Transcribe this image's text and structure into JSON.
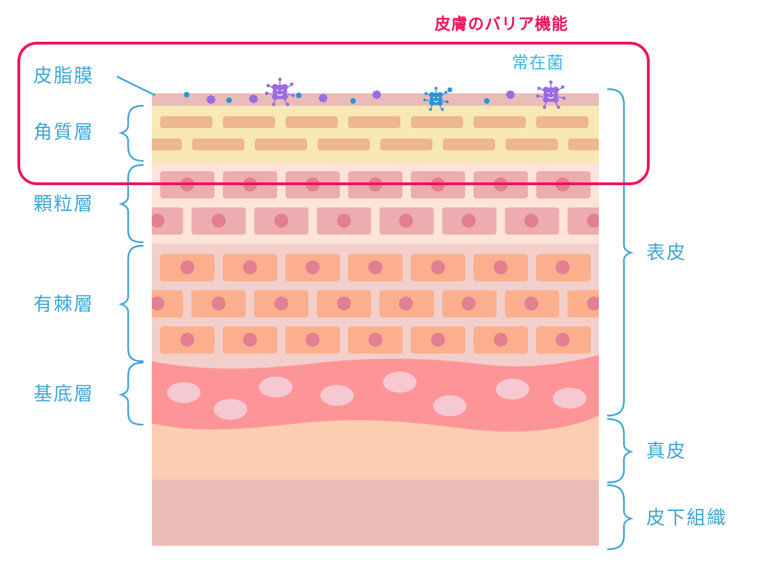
{
  "title": "皮膚のバリア機能",
  "flora_label": "常在菌",
  "colors": {
    "title": "#f0125f",
    "barrier_box": "#f0125f",
    "labels": "#3ea6d4",
    "sebum_film": "#e9bcb8",
    "horny_layer": "#f8e8b5",
    "horny_cells": "#eeb691",
    "granular_layer": "#fde3d8",
    "granular_cells": "#edadb0",
    "nucleus": "#e27f91",
    "spinous_layer": "#f2cfca",
    "spinous_cells": "#fbaf8d",
    "basal_layer": "#fd9598",
    "basal_cells": "#f5c8d2",
    "dermis": "#fbcdb1",
    "subcutis": "#eabcb8",
    "bacteria_blue": "#2b94d8",
    "bacteria_purple": "#9b6ce0"
  },
  "left_labels": [
    {
      "id": "sebum-film",
      "text": "皮脂膜"
    },
    {
      "id": "stratum-corneum",
      "text": "角質層"
    },
    {
      "id": "stratum-granulosum",
      "text": "顆粒層"
    },
    {
      "id": "stratum-spinosum",
      "text": "有棘層"
    },
    {
      "id": "stratum-basale",
      "text": "基底層"
    }
  ],
  "right_labels": [
    {
      "id": "epidermis",
      "text": "表皮"
    },
    {
      "id": "dermis",
      "text": "真皮"
    },
    {
      "id": "subcutaneous-tissue",
      "text": "皮下組織"
    }
  ]
}
